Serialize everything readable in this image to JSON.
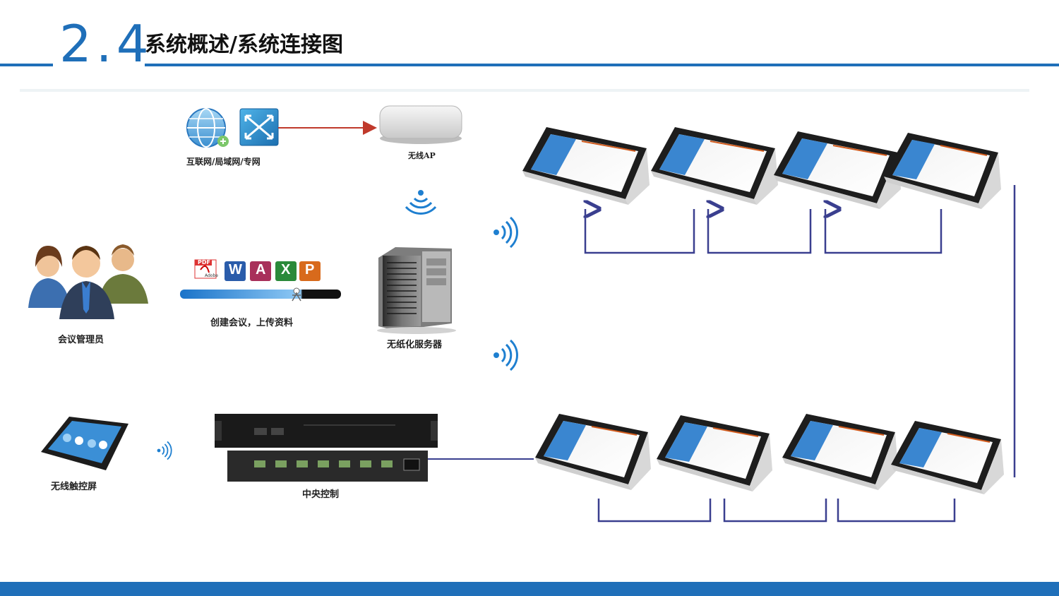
{
  "header": {
    "section_number": "2.4",
    "title": "系统概述/系统连接图"
  },
  "labels": {
    "internet": "互联网/局域网/专网",
    "wireless_ap": "无线AP",
    "admin": "会议管理员",
    "create_meeting": "创建会议，上传资料",
    "server": "无纸化服务器",
    "touch_screen": "无线触控屏",
    "central_control": "中央控制"
  },
  "office_icons": [
    "PDF",
    "W",
    "A",
    "X",
    "P"
  ],
  "pdf_caption": "Adobe",
  "colors": {
    "brand_blue": "#1f6fb9",
    "arrow_red": "#c0392b",
    "connector": "#3a3f8f",
    "wifi_blue": "#1e7fd0"
  }
}
